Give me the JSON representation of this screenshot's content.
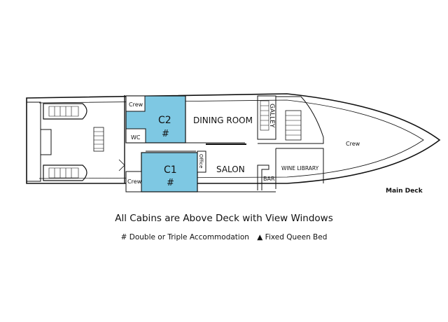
{
  "deck_name": "Main Deck",
  "rooms": {
    "crew_top": "Crew",
    "c2_label": "C2",
    "c2_mark": "#",
    "wc": "WC",
    "dining_room": "DINING ROOM",
    "galley": "GALLEY",
    "crew_bow": "Crew",
    "office": "Office",
    "c1_label": "C1",
    "c1_mark": "#",
    "salon": "SALON",
    "wine_library": "WINE LIBRARY",
    "bar": "BAR",
    "crew_bottom": "Crew"
  },
  "caption": "All Cabins are Above Deck with View Windows",
  "legend": {
    "double_triple": "# Double or Triple Accommodation",
    "queen_bed": "▲ Fixed Queen Bed"
  },
  "colors": {
    "cabin_fill": "#7ec8e3",
    "outline": "#111111",
    "background": "#ffffff"
  }
}
